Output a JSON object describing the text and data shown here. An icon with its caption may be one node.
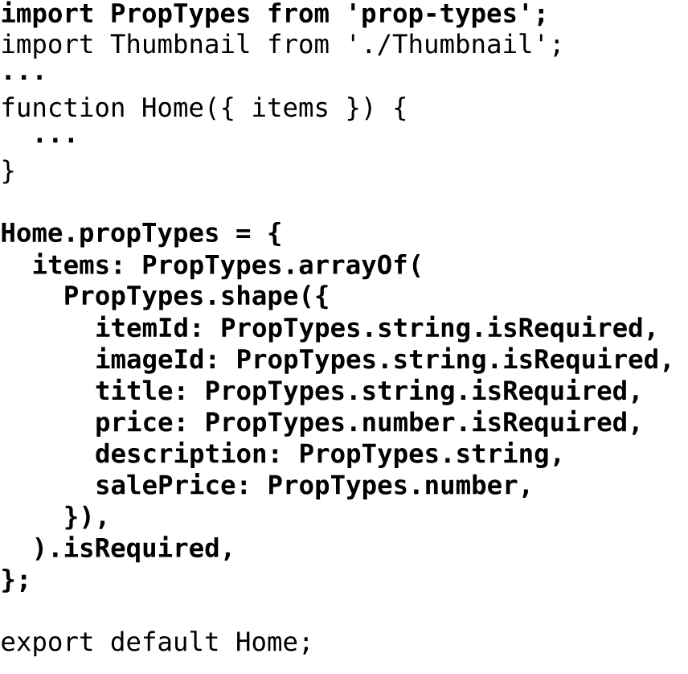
{
  "diagram": {
    "labels": [
      "import PropTypes from 'prop-types';",
      "import Thumbnail from './Thumbnail';",
      "...",
      "function Home({ items }) {",
      "...",
      "}",
      "Home.propTypes = {",
      "items: PropTypes.arrayOf(",
      "PropTypes.shape({",
      "itemId: PropTypes.string.isRequired,",
      "imageId: PropTypes.string.isRequired,",
      "title: PropTypes.string.isRequired,",
      "price: PropTypes.number.isRequired,",
      "description: PropTypes.string,",
      "salePrice: PropTypes.number,",
      "}),",
      ").isRequired,",
      "};",
      "export default Home;"
    ]
  }
}
